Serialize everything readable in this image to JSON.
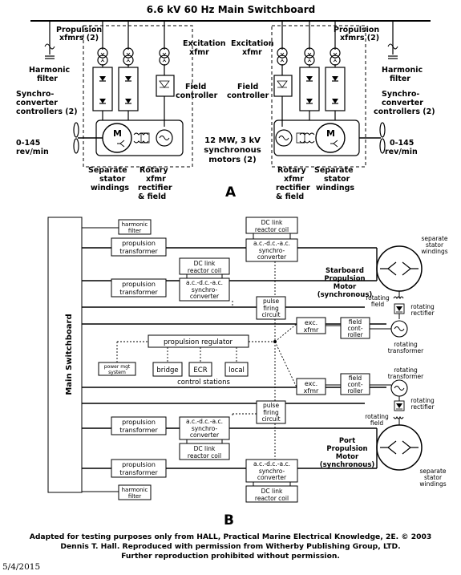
{
  "diagram_a": {
    "title": "6.6 kV 60 Hz Main Switchboard",
    "prop_xfmrs_left_1": "Propulsion",
    "prop_xfmrs_left_2": "xfmrs (2)",
    "prop_xfmrs_right_1": "Propulsion",
    "prop_xfmrs_right_2": "xfmrs (2)",
    "harmonic_left_1": "Harmonic",
    "harmonic_left_2": "filter",
    "harmonic_right_1": "Harmonic",
    "harmonic_right_2": "filter",
    "excitation_left_1": "Excitation",
    "excitation_left_2": "xfmr",
    "excitation_right_1": "Excitation",
    "excitation_right_2": "xfmr",
    "field_left_1": "Field",
    "field_left_2": "controller",
    "field_right_1": "Field",
    "field_right_2": "controller",
    "synchro_left_1": "Synchro-",
    "synchro_left_2": "converter",
    "synchro_left_3": "controllers (2)",
    "synchro_right_1": "Synchro-",
    "synchro_right_2": "converter",
    "synchro_right_3": "controllers (2)",
    "speed_left_1": "0-145",
    "speed_left_2": "rev/min",
    "speed_right_1": "0-145",
    "speed_right_2": "rev/min",
    "motors_1": "12 MW, 3 kV",
    "motors_2": "synchronous",
    "motors_3": "motors (2)",
    "sep_left_1": "Separate",
    "sep_left_2": "stator",
    "sep_left_3": "windings",
    "rot_left_1": "Rotary",
    "rot_left_2": "xfmr",
    "rot_left_3": "rectifier",
    "rot_left_4": "& field",
    "rot_right_1": "Rotary",
    "rot_right_2": "xfmr",
    "rot_right_3": "rectifier",
    "rot_right_4": "& field",
    "sep_right_1": "Separate",
    "sep_right_2": "stator",
    "sep_right_3": "windings",
    "motor_m": "M",
    "motor_m_r": "M",
    "letter": "A"
  },
  "diagram_b": {
    "main_switchboard": "Main Switchboard",
    "harmonic_top_1": "harmonic",
    "harmonic_top_2": "filter",
    "prop_xfmr_1a": "propulsion",
    "prop_xfmr_1b": "transformer",
    "prop_xfmr_2a": "propulsion",
    "prop_xfmr_2b": "transformer",
    "prop_xfmr_3a": "propulsion",
    "prop_xfmr_3b": "transformer",
    "prop_xfmr_4a": "propulsion",
    "prop_xfmr_4b": "transformer",
    "harmonic_bot_1": "harmonic",
    "harmonic_bot_2": "filter",
    "dc_link_top_1": "DC link",
    "dc_link_top_2": "reactor coil",
    "synchro_1a": "a.c.-d.c.-a.c.",
    "synchro_1b": "synchro-",
    "synchro_1c": "converter",
    "dc_link_2a": "DC link",
    "dc_link_2b": "reactor coil",
    "synchro_2a": "a.c.-d.c.-a.c.",
    "synchro_2b": "synchro-",
    "synchro_2c": "converter",
    "synchro_3a": "a.c.-d.c.-a.c.",
    "synchro_3b": "synchro-",
    "synchro_3c": "converter",
    "dc_link_3a": "DC link",
    "dc_link_3b": "reactor coil",
    "synchro_4a": "a.c.-d.c.-a.c.",
    "synchro_4b": "synchro-",
    "synchro_4c": "converter",
    "dc_link_bot_1": "DC link",
    "dc_link_bot_2": "reactor coil",
    "sep_top_1": "separate",
    "sep_top_2": "stator",
    "sep_top_3": "windings",
    "sep_bot_1": "separate",
    "sep_bot_2": "stator",
    "sep_bot_3": "windings",
    "starboard_1": "Starboard",
    "starboard_2": "Propulsion",
    "starboard_3": "Motor",
    "starboard_4": "(synchronous)",
    "port_1": "Port",
    "port_2": "Propulsion",
    "port_3": "Motor",
    "port_4": "(synchronous)",
    "pulse_top_1": "pulse",
    "pulse_top_2": "firing",
    "pulse_top_3": "circuit",
    "pulse_bot_1": "pulse",
    "pulse_bot_2": "firing",
    "pulse_bot_3": "circuit",
    "rot_field_top_1": "rotating",
    "rot_field_top_2": "field",
    "rot_rect_top_1": "rotating",
    "rot_rect_top_2": "rectifier",
    "rot_xfmr_top_1": "rotating",
    "rot_xfmr_top_2": "transformer",
    "rot_xfmr_bot_1": "rotating",
    "rot_xfmr_bot_2": "transformer",
    "rot_rect_bot_1": "rotating",
    "rot_rect_bot_2": "rectifier",
    "rot_field_bot_1": "rotating",
    "rot_field_bot_2": "field",
    "exc_top_1": "exc.",
    "exc_top_2": "xfmr",
    "exc_bot_1": "exc.",
    "exc_bot_2": "xfmr",
    "fc_top_1": "field",
    "fc_top_2": "cont-",
    "fc_top_3": "roller",
    "fc_bot_1": "field",
    "fc_bot_2": "cont-",
    "fc_bot_3": "roller",
    "prop_regulator": "propulsion regulator",
    "power_mgt_1": "power mgt",
    "power_mgt_2": "system",
    "bridge": "bridge",
    "ecr": "ECR",
    "local": "local",
    "control_stations": "control stations",
    "letter": "B"
  },
  "credit": {
    "line1": "Adapted for testing purposes only from HALL, Practical Marine Electrical Knowledge, 2E. © 2003",
    "line2": "Dennis T. Hall. Reproduced with permission from Witherby Publishing Group, LTD.",
    "line3": "Further reproduction prohibited without permission."
  },
  "date": "5/4/2015"
}
